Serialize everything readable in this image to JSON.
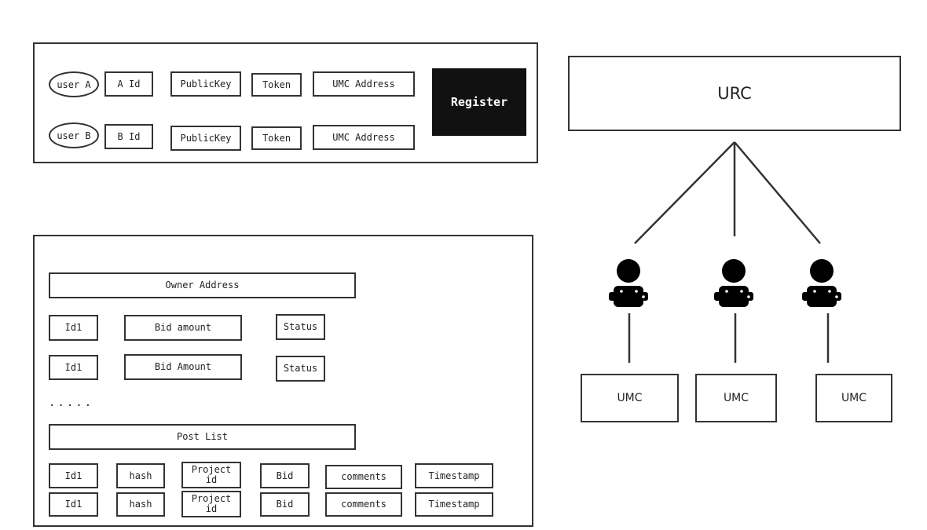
{
  "register_panel": {
    "rows": [
      {
        "user": "user A",
        "id": "A Id",
        "public_key": "PublicKey",
        "token": "Token",
        "umc_address": "UMC Address"
      },
      {
        "user": "user B",
        "id": "B Id",
        "public_key": "PublicKey",
        "token": "Token",
        "umc_address": "UMC Address"
      }
    ],
    "register_label": "Register"
  },
  "data_panel": {
    "owner_address": "Owner Address",
    "bid_rows": [
      {
        "id": "Id1",
        "amount": "Bid amount",
        "status": "Status"
      },
      {
        "id": "Id1",
        "amount": "Bid Amount",
        "status": "Status"
      }
    ],
    "ellipsis": ".....",
    "post_list": "Post List",
    "post_rows": [
      {
        "id": "Id1",
        "hash": "hash",
        "project_id": "Project id",
        "bid": "Bid",
        "comments": "comments",
        "timestamp": "Timestamp"
      },
      {
        "id": "Id1",
        "hash": "hash",
        "project_id": "Project id",
        "bid": "Bid",
        "comments": "comments",
        "timestamp": "Timestamp"
      }
    ]
  },
  "network": {
    "root": "URC",
    "agents": [
      {
        "icon": "user-icon",
        "node": "UMC"
      },
      {
        "icon": "user-icon",
        "node": "UMC"
      },
      {
        "icon": "user-icon",
        "node": "UMC"
      }
    ]
  }
}
